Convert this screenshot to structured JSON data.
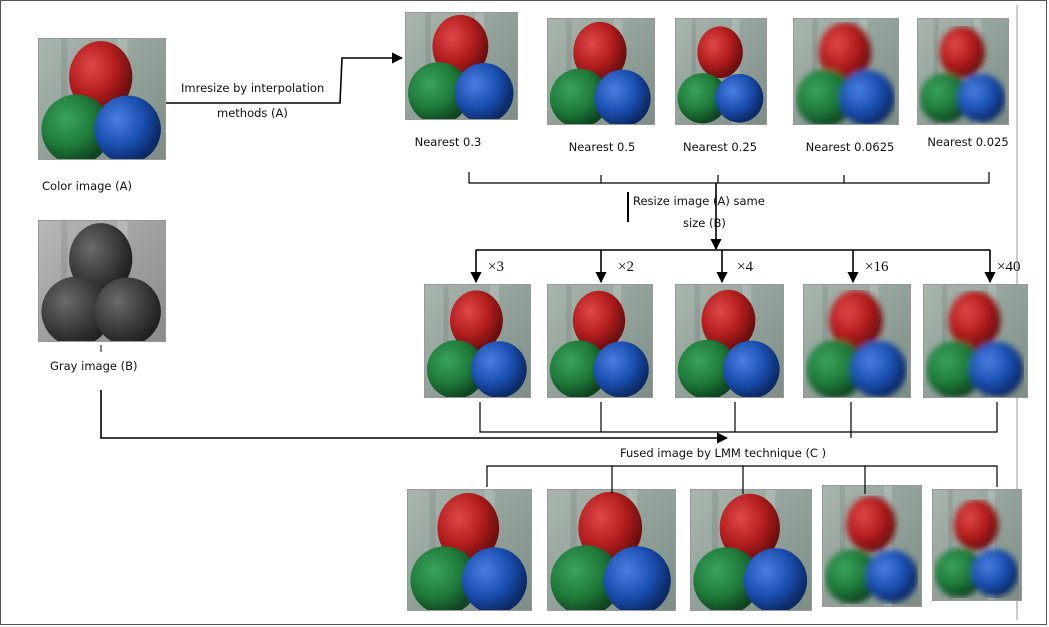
{
  "labels": {
    "color_image": "Color image (A)",
    "gray_image": "Gray image (B)",
    "imresize_line1": "Imresize by interpolation",
    "imresize_line2": "methods   (A)",
    "resize_line1": "Resize image (A) same",
    "resize_line2": "size (B)",
    "fused": "Fused image by LMM technique (C )"
  },
  "nearest_labels": [
    "Nearest 0.3",
    "Nearest 0.5",
    "Nearest 0.25",
    "Nearest 0.0625",
    "Nearest 0.025"
  ],
  "multipliers": [
    "×3",
    "×2",
    "×4",
    "×16",
    "×40"
  ],
  "colors": {
    "balloon_red": "#b21d1d",
    "balloon_green": "#1f7a3a",
    "balloon_blue": "#1a4fb0",
    "background": "#93a39b"
  }
}
